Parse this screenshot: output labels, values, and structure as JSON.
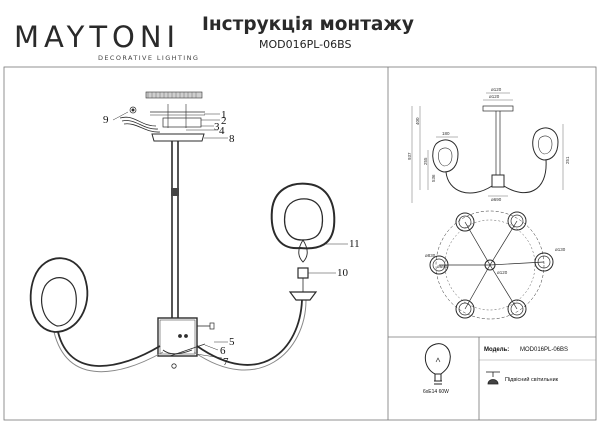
{
  "brand": {
    "name": "MAYTONI",
    "tagline": "DECORATIVE LIGHTING"
  },
  "header": {
    "title": "Інструкція монтажу",
    "model": "MOD016PL-06BS"
  },
  "callouts": [
    "1",
    "2",
    "3",
    "4",
    "5",
    "6",
    "7",
    "8",
    "9",
    "10",
    "11"
  ],
  "dimensions": {
    "top": [
      "ø120",
      "ø120"
    ],
    "left_vertical": [
      "400",
      "937",
      "255",
      "536"
    ],
    "right_vertical": [
      "251"
    ],
    "shade_width": "180",
    "bottom_width": "ø690",
    "plan": [
      "ø830",
      "ø690",
      "ø130",
      "ø120"
    ]
  },
  "info": {
    "model_label": "Модель:",
    "model_value": "MOD016PL-06BS",
    "bulb": "6xE14 60W",
    "type": "Підвісний світильник"
  },
  "colors": {
    "line": "#2b2b2b",
    "frame": "#777777",
    "brand": "#2a2a2a"
  }
}
